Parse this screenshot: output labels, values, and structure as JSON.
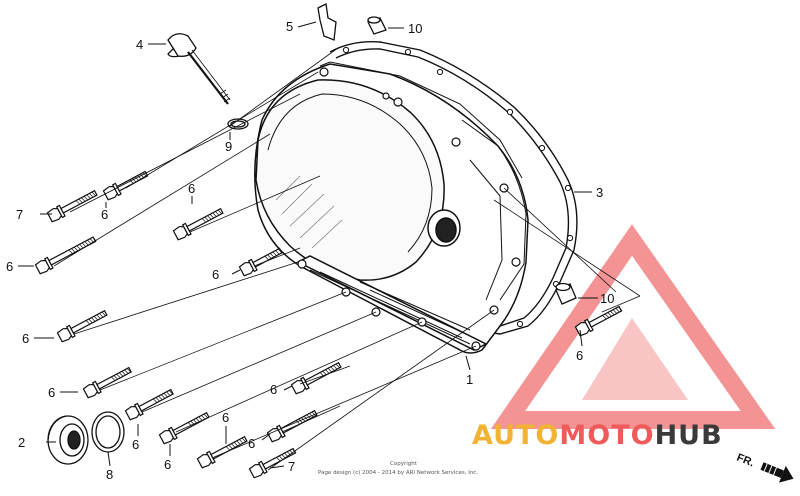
{
  "callouts": [
    {
      "id": "c1",
      "label": "1"
    },
    {
      "id": "c2",
      "label": "2"
    },
    {
      "id": "c3",
      "label": "3"
    },
    {
      "id": "c4",
      "label": "4"
    },
    {
      "id": "c5",
      "label": "5"
    },
    {
      "id": "c6a",
      "label": "6"
    },
    {
      "id": "c6b",
      "label": "6"
    },
    {
      "id": "c6c",
      "label": "6"
    },
    {
      "id": "c6d",
      "label": "6"
    },
    {
      "id": "c6e",
      "label": "6"
    },
    {
      "id": "c6f",
      "label": "6"
    },
    {
      "id": "c6g",
      "label": "6"
    },
    {
      "id": "c6h",
      "label": "6"
    },
    {
      "id": "c6i",
      "label": "6"
    },
    {
      "id": "c6j",
      "label": "6"
    },
    {
      "id": "c6k",
      "label": "6"
    },
    {
      "id": "c6l",
      "label": "6"
    },
    {
      "id": "c7a",
      "label": "7"
    },
    {
      "id": "c7b",
      "label": "7"
    },
    {
      "id": "c8",
      "label": "8"
    },
    {
      "id": "c9",
      "label": "9"
    },
    {
      "id": "c10a",
      "label": "10"
    },
    {
      "id": "c10b",
      "label": "10"
    }
  ],
  "watermark": {
    "auto": "AUTO",
    "moto": "MOTO",
    "hub": "HUB",
    "colors": {
      "auto": "#f2b233",
      "moto": "#ef5a5a",
      "hub": "#3a3a3a",
      "triangle": "#f07070"
    }
  },
  "copyright": {
    "line1": "Copyright",
    "line2": "Page design (c) 2004 - 2014 by ARI Network Services, Inc."
  },
  "direction_label": "FR."
}
